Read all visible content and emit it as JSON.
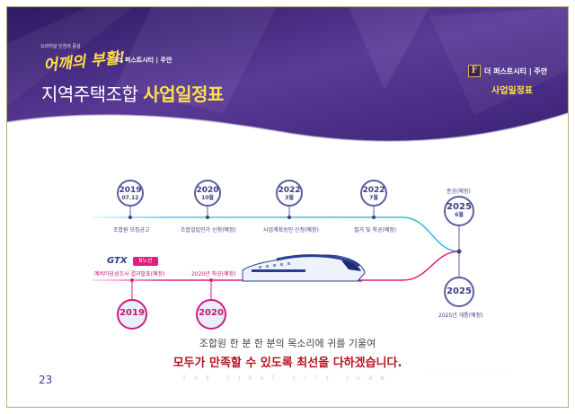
{
  "header": {
    "tagline_small": "오리지널 인천의 중심",
    "tagline_script": "어깨의 부활!",
    "brand_left": "더 퍼스트시티 | 주안",
    "title_main": "지역주택조합",
    "title_highlight": "사업일정표",
    "brand_right": "더 퍼스트시티 | 주안",
    "logo_letter": "F",
    "subtitle_right": "사업일정표"
  },
  "timeline": {
    "milestones": [
      {
        "year": "2019",
        "sub": "07.12",
        "label": "조합원 모집공고"
      },
      {
        "year": "2020",
        "sub": "10월",
        "label": "조합설립인가 신청(예정)"
      },
      {
        "year": "2022",
        "sub": "3월",
        "label": "사업계획승인 신청(예정)"
      },
      {
        "year": "2022",
        "sub": "7월",
        "label": "철거 및 착공(예정)"
      }
    ],
    "completion": {
      "label": "준공(예정)",
      "year": "2025",
      "sub": "6월"
    },
    "gtx": {
      "logo_text": "GTX",
      "line_badge": "B노선",
      "milestones": [
        {
          "year": "2019",
          "label": "예비타당성조사 결과발표(예정)"
        },
        {
          "year": "2020",
          "label": "2020년 착공(예정)"
        }
      ],
      "opening": {
        "year": "2025",
        "label": "2025년 개통(예정)"
      }
    }
  },
  "footer": {
    "message_line1": "조합원 한 분 한 분의 목소리에 귀를 기울여",
    "message_line2": "모두가 만족할 수 있도록 최선을 다하겠습니다.",
    "tagline": "THE FIRST CITY JUAN",
    "page_number": "23"
  },
  "colors": {
    "banner_purple": "#4a2f86",
    "accent_yellow": "#ffe04a",
    "blue_line": "#2fb8e0",
    "pink_line": "#e01e7d",
    "circle_navy": "#3d3f88",
    "message_red": "#b7111d"
  },
  "icons": {
    "logo": "letter-f-emblem-icon",
    "train": "high-speed-train-icon"
  }
}
